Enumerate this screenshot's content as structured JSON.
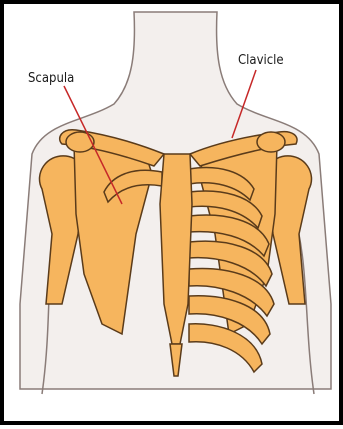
{
  "diagram": {
    "labels": {
      "scapula": "Scapula",
      "clavicle": "Clavicle"
    },
    "colors": {
      "bone_fill": "#f6b55e",
      "bone_outline": "#5a3b1a",
      "skin": "#f3efed",
      "skin_outline": "#8a7c78",
      "pointer": "#c62828",
      "frame": "#000000"
    },
    "icons": [
      "torso-outline",
      "scapula-bone",
      "clavicle-bone",
      "sternum-bone",
      "rib-cage",
      "humerus-bone"
    ]
  }
}
